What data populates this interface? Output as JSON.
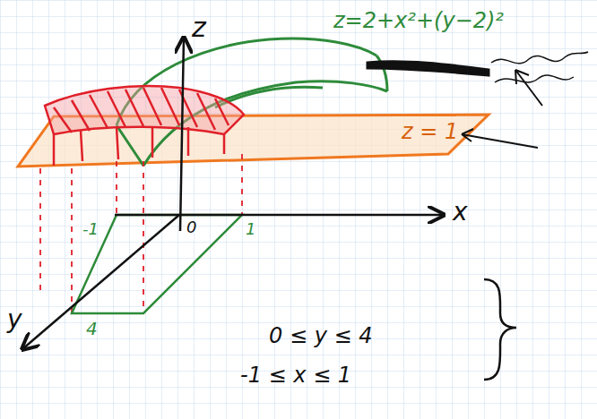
{
  "diagram": {
    "labels": [
      "z",
      "z=2+x²+(y−2)²",
      "z = 1",
      "x",
      "y",
      "0",
      "-1",
      "1",
      "4",
      "0 ≤ y ≤ 4",
      "-1 ≤ x ≤ 1"
    ]
  }
}
